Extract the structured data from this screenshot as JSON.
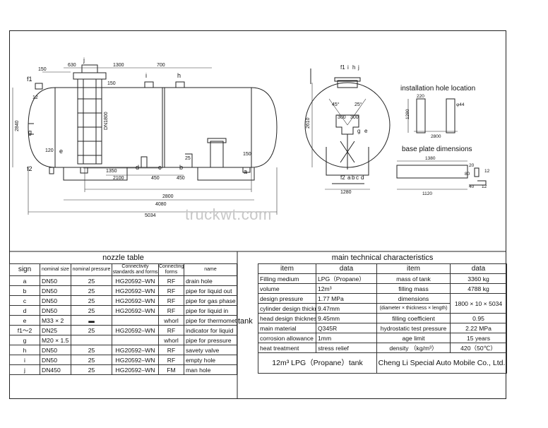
{
  "watermark": "truckwt.com",
  "drawing": {
    "front_view": {
      "dims_top": [
        "630",
        "1300",
        "700",
        "150"
      ],
      "dims_left": [
        "2840",
        "12"
      ],
      "dim_inner": "DN1800",
      "dims_bottom": [
        "1350",
        "2100",
        "450",
        "450",
        "150",
        "2800",
        "4080",
        "5034"
      ],
      "labels": [
        "j",
        "i",
        "h",
        "f1",
        "g",
        "e",
        "f2",
        "d",
        "c",
        "b",
        "a"
      ],
      "small_nums": [
        "120",
        "150",
        "25"
      ]
    },
    "side_view": {
      "labels": [
        "f1",
        "i",
        "h",
        "j",
        "g",
        "e",
        "f2",
        "a",
        "b",
        "c",
        "d"
      ],
      "dims": [
        "2610",
        "300",
        "300",
        "45°",
        "25°",
        "1280"
      ]
    },
    "installation": {
      "title": "installation hole location",
      "dims": [
        "220",
        "1280",
        "2800",
        "φ44"
      ]
    },
    "base_plate": {
      "title": "base plate dimensions",
      "dims": [
        "1380",
        "1120",
        "12",
        "40",
        "12",
        "20",
        "80"
      ]
    }
  },
  "nozzle_table": {
    "title": "nozzle table",
    "headers": [
      "sign",
      "nominal size",
      "nominal pressure",
      "Connectivity standards and forms",
      "Connecting forms",
      "name"
    ],
    "rows": [
      [
        "a",
        "DN50",
        "25",
        "HG20592–WN",
        "RF",
        "drain hole"
      ],
      [
        "b",
        "DN50",
        "25",
        "HG20592–WN",
        "RF",
        "pipe for liquid out"
      ],
      [
        "c",
        "DN50",
        "25",
        "HG20592–WN",
        "RF",
        "pipe for gas phase"
      ],
      [
        "d",
        "DN50",
        "25",
        "HG20592–WN",
        "RF",
        "pipe for liquid in"
      ],
      [
        "e",
        "M33 × 2",
        "▬",
        "",
        "whorl",
        "pipe for thermometer"
      ],
      [
        "f1～2",
        "DN25",
        "25",
        "HG20592–WN",
        "RF",
        "indicator for liquid"
      ],
      [
        "g",
        "M20 × 1.5",
        "",
        "",
        "whorl",
        "pipe for pressure"
      ],
      [
        "h",
        "DN50",
        "25",
        "HG20592–WN",
        "RF",
        "savety valve"
      ],
      [
        "i",
        "DN50",
        "25",
        "HG20592–WN",
        "RF",
        "empty hole"
      ],
      [
        "j",
        "DN450",
        "25",
        "HG20592–WN",
        "FM",
        "man hole"
      ]
    ]
  },
  "tech_table": {
    "title": "main technical characteristics",
    "headers": [
      "item",
      "data",
      "item",
      "data"
    ],
    "rows": [
      [
        "Filling medium",
        "LPG（Propane）",
        "mass of tank",
        "3360 kg"
      ],
      [
        "volume",
        "12m³",
        "filling mass",
        "4788 kg"
      ],
      [
        "design pressure",
        "1.77 MPa",
        "dimensions",
        "1800 × 10 × 5034"
      ],
      [
        "cylinder design thickness",
        "9.47mm",
        "(diameter × thickness × length)",
        ""
      ],
      [
        "head design thickness",
        "9.45mm",
        "filling coefficient",
        "0.95"
      ],
      [
        "main material",
        "Q345R",
        "hydrostatic test pressure",
        "2.22 MPa"
      ],
      [
        "corrosion allowance",
        "1mm",
        "age limit",
        "15 years"
      ],
      [
        "heat treatment",
        "stress relief",
        "density （kg/m³）",
        "420（50℃）"
      ]
    ],
    "side_label": "tank",
    "footer_left": "12m³ LPG（Propane）tank",
    "footer_right": "Cheng Li Special Auto Mobile Co., Ltd."
  }
}
